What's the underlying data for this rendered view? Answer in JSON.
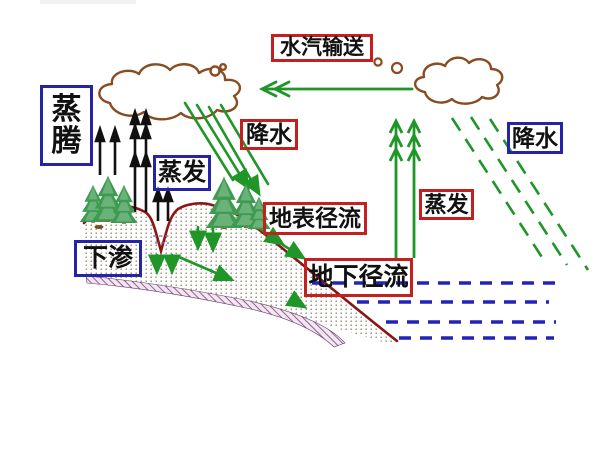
{
  "diagram": {
    "type": "water-cycle-schematic",
    "language": "zh-CN"
  },
  "labels": {
    "transpiration": {
      "text": "蒸腾",
      "box_color": "#2424a8"
    },
    "vapor_transport": {
      "text": "水汽输送",
      "box_color": "#c42020"
    },
    "precipitation_center": {
      "text": "降水",
      "box_color": "#c42020"
    },
    "precipitation_right": {
      "text": "降水",
      "box_color": "#2424a8"
    },
    "evaporation_center": {
      "text": "蒸发",
      "box_color": "#2424a8"
    },
    "evaporation_right": {
      "text": "蒸发",
      "box_color": "#c42020"
    },
    "surface_runoff": {
      "text": "地表径流",
      "box_color": "#c42020"
    },
    "underground_runoff": {
      "text": "地下径流",
      "box_color": "#c42020"
    },
    "infiltration": {
      "text": "下渗",
      "box_color": "#2424a8"
    }
  },
  "colors": {
    "flow_arrow_green": "#1f9627",
    "transpiration_arrow_black": "#111111",
    "cloud_outline_brown": "#8a4b21",
    "ground_outline_dark_red": "#8b1515",
    "aquiclude_hatch_purple": "#7d4178",
    "sea_dash_blue": "#2323bb",
    "label_text": "#111111",
    "background": "#ffffff"
  },
  "graphics": {
    "cloud_left": "large rain cloud over land",
    "cloud_right": "small cloud over sea",
    "vapor_circles": "two small condensation circles",
    "rain_streaks_center": "solid green rain lines from left cloud",
    "rain_dashes_right": "dashed green rain over sea",
    "sea_evaporation_arrows": "two tall green up arrows",
    "transpiration_arrows": "black up arrows from trees",
    "infiltration_arrows": "green down arrows into ground",
    "surface_runoff_arrow": "green arrow along slope",
    "underground_flow_arrow": "green diagonal arrow underground",
    "pine_trees": "snow-dusted pine trees",
    "sea_water_lines": "four blue dashed lines",
    "aquiclude_band": "purple hatched impermeable layer"
  }
}
